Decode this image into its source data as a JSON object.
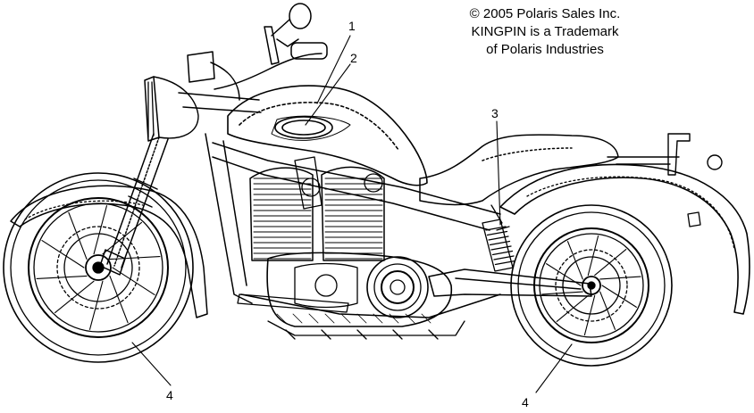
{
  "copyright": {
    "line1": "© 2005 Polaris Sales Inc.",
    "line2": "KINGPIN is a Trademark",
    "line3": "of Polaris Industries"
  },
  "callouts": {
    "c1": "1",
    "c2": "2",
    "c3": "3",
    "c4_front": "4",
    "c4_rear": "4"
  }
}
